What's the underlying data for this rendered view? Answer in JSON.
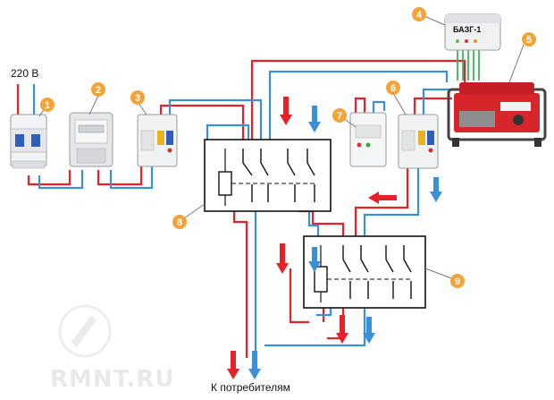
{
  "voltage_label": "220 В",
  "output_label": "К потребителям",
  "controller_label": "БАЗГ-1",
  "watermark": "RMNT.RU",
  "badges": [
    "1",
    "2",
    "3",
    "4",
    "5",
    "6",
    "7",
    "8",
    "9"
  ],
  "colors": {
    "phase": "#e8202a",
    "neutral": "#3a8fd9",
    "control": "#2ca94a",
    "badge": "#f2a33a",
    "contactor_frame": "#111111"
  }
}
